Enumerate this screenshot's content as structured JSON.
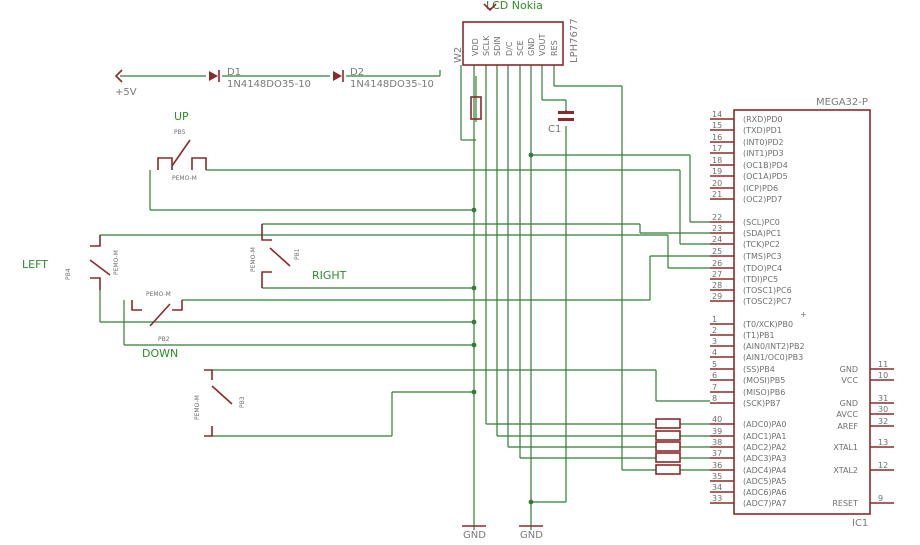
{
  "lcd": {
    "title": "LCD Nokia",
    "part": "LPH7677",
    "name": "W2",
    "pins": [
      "VDD",
      "SCLK",
      "SDIN",
      "D/C",
      "SCE",
      "GND",
      "VOUT",
      "RES"
    ]
  },
  "power": {
    "label": "+5V"
  },
  "diodes": [
    {
      "name": "D1",
      "value": "1N4148DO35-10"
    },
    {
      "name": "D2",
      "value": "1N4148DO35-10"
    }
  ],
  "capacitor": {
    "name": "C1"
  },
  "mcu": {
    "title": "MEGA32-P",
    "name": "IC1",
    "left_pins": [
      {
        "num": "14",
        "label": "(RXD)PD0"
      },
      {
        "num": "15",
        "label": "(TXD)PD1"
      },
      {
        "num": "16",
        "label": "(INT0)PD2"
      },
      {
        "num": "17",
        "label": "(INT1)PD3"
      },
      {
        "num": "18",
        "label": "(OC1B)PD4"
      },
      {
        "num": "19",
        "label": "(OC1A)PD5"
      },
      {
        "num": "20",
        "label": "(ICP)PD6"
      },
      {
        "num": "21",
        "label": "(OC2)PD7"
      },
      {
        "num": "22",
        "label": "(SCL)PC0"
      },
      {
        "num": "23",
        "label": "(SDA)PC1"
      },
      {
        "num": "24",
        "label": "(TCK)PC2"
      },
      {
        "num": "25",
        "label": "(TMS)PC3"
      },
      {
        "num": "26",
        "label": "(TDO)PC4"
      },
      {
        "num": "27",
        "label": "(TDI)PC5"
      },
      {
        "num": "28",
        "label": "(TOSC1)PC6"
      },
      {
        "num": "29",
        "label": "(TOSC2)PC7"
      },
      {
        "num": "1",
        "label": "(T0/XCK)PB0"
      },
      {
        "num": "2",
        "label": "(T1)PB1"
      },
      {
        "num": "3",
        "label": "(AIN0/INT2)PB2"
      },
      {
        "num": "4",
        "label": "(AIN1/OC0)PB3"
      },
      {
        "num": "5",
        "label": "(SS)PB4"
      },
      {
        "num": "6",
        "label": "(MOSI)PB5"
      },
      {
        "num": "7",
        "label": "(MISO)PB6"
      },
      {
        "num": "8",
        "label": "(SCK)PB7"
      },
      {
        "num": "40",
        "label": "(ADC0)PA0"
      },
      {
        "num": "39",
        "label": "(ADC1)PA1"
      },
      {
        "num": "38",
        "label": "(ADC2)PA2"
      },
      {
        "num": "37",
        "label": "(ADC3)PA3"
      },
      {
        "num": "36",
        "label": "(ADC4)PA4"
      },
      {
        "num": "35",
        "label": "(ADC5)PA5"
      },
      {
        "num": "34",
        "label": "(ADC6)PA6"
      },
      {
        "num": "33",
        "label": "(ADC7)PA7"
      }
    ],
    "right_pins": [
      {
        "num": "11",
        "label": "GND"
      },
      {
        "num": "10",
        "label": "VCC"
      },
      {
        "num": "31",
        "label": "GND"
      },
      {
        "num": "30",
        "label": "AVCC"
      },
      {
        "num": "32",
        "label": "AREF"
      },
      {
        "num": "13",
        "label": "XTAL1"
      },
      {
        "num": "12",
        "label": "XTAL2"
      },
      {
        "num": "9",
        "label": "RESET"
      }
    ]
  },
  "buttons": [
    {
      "name": "PB5",
      "caption": "UP",
      "type": "PEMO-M"
    },
    {
      "name": "PB4",
      "caption": "LEFT",
      "type": "PEMO-M"
    },
    {
      "name": "PB1",
      "caption": "RIGHT",
      "type": "PEMO-M"
    },
    {
      "name": "PB2",
      "caption": "DOWN",
      "type": "PEMO-M"
    },
    {
      "name": "PB3",
      "caption": "",
      "type": "PEMO-M"
    }
  ],
  "gnd_labels": [
    "GND",
    "GND"
  ]
}
